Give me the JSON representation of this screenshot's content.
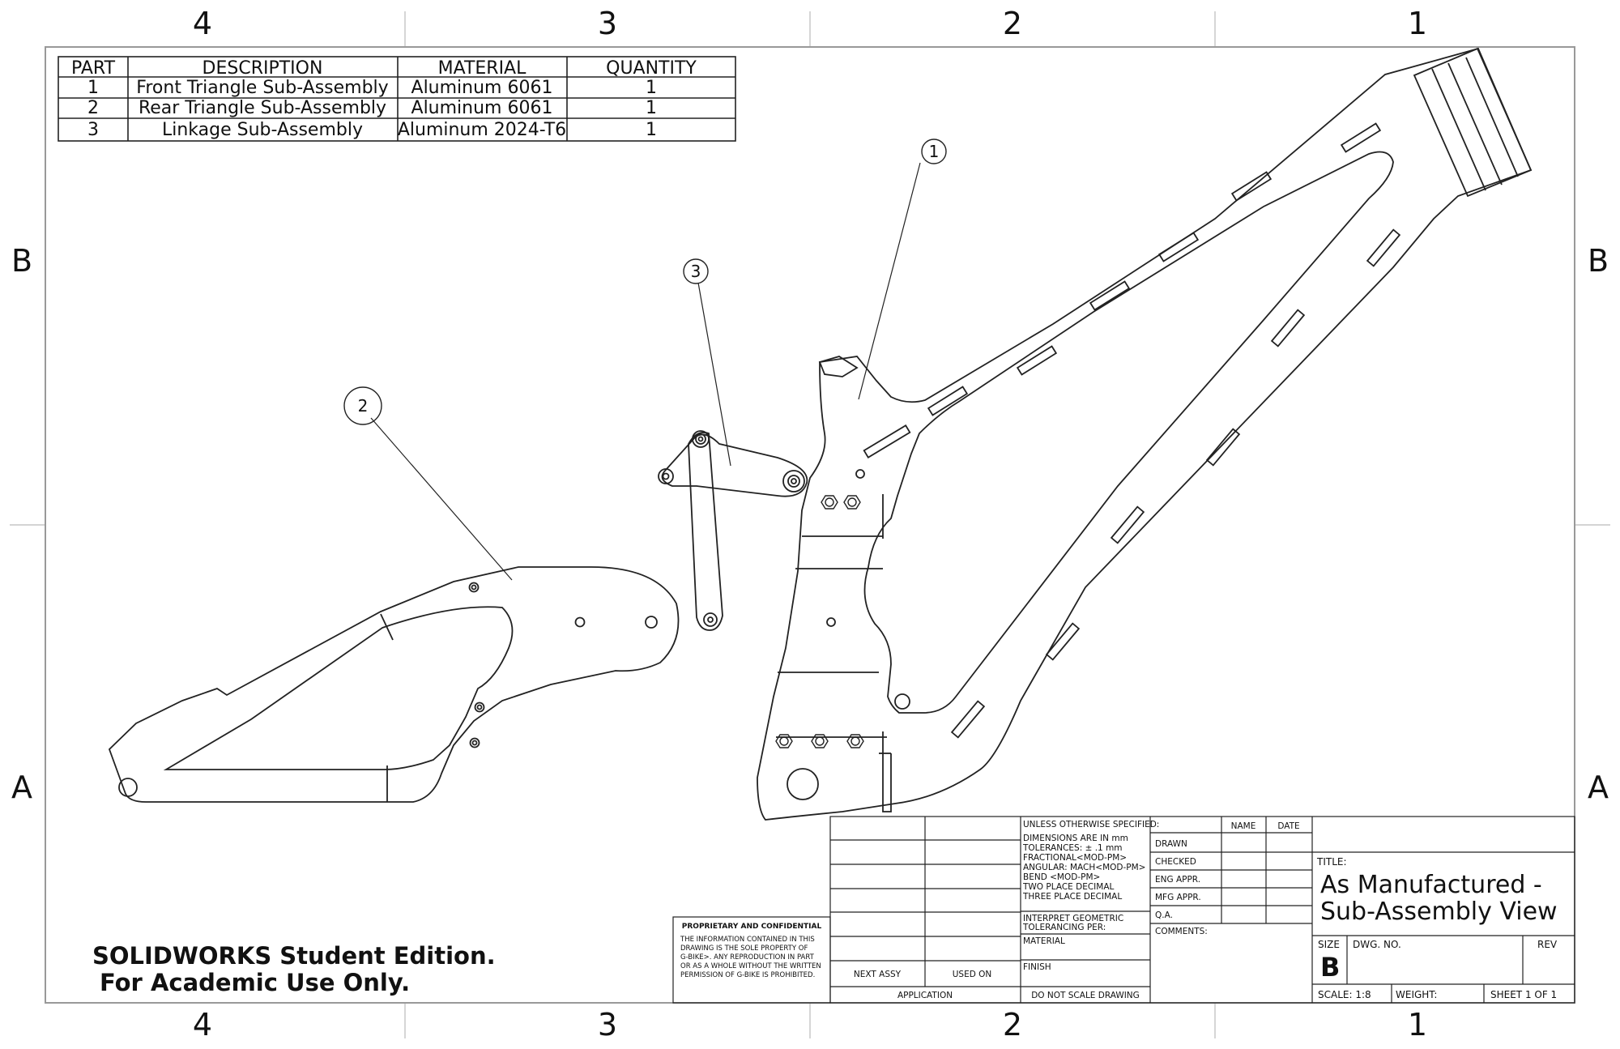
{
  "zones": {
    "columns": [
      "4",
      "3",
      "2",
      "1"
    ],
    "rows": [
      "B",
      "A"
    ]
  },
  "bom": {
    "headers": [
      "PART",
      "DESCRIPTION",
      "MATERIAL",
      "QUANTITY"
    ],
    "rows": [
      [
        "1",
        "Front Triangle Sub-Assembly",
        "Aluminum 6061",
        "1"
      ],
      [
        "2",
        "Rear Triangle Sub-Assembly",
        "Aluminum 6061",
        "1"
      ],
      [
        "3",
        "Linkage Sub-Assembly",
        "Aluminum 2024-T6",
        "1"
      ]
    ]
  },
  "balloons": {
    "front": "1",
    "rear": "2",
    "linkage": "3"
  },
  "watermark": {
    "line1": "SOLIDWORKS Student Edition.",
    "line2": "For Academic Use Only."
  },
  "proprietary": {
    "heading": "PROPRIETARY AND CONFIDENTIAL",
    "lines": [
      "THE INFORMATION CONTAINED IN THIS",
      "DRAWING IS THE SOLE PROPERTY OF",
      "G-BIKE>.  ANY REPRODUCTION IN PART",
      "OR AS A WHOLE WITHOUT THE WRITTEN",
      "PERMISSION OF G-BIKE IS PROHIBITED."
    ]
  },
  "title_block": {
    "next_assy": "NEXT ASSY",
    "used_on": "USED ON",
    "application": "APPLICATION",
    "spec": {
      "heading": "UNLESS OTHERWISE SPECIFIED:",
      "lines": [
        "DIMENSIONS ARE IN mm",
        "TOLERANCES: ± .1 mm",
        "FRACTIONAL<MOD-PM>",
        "ANGULAR: MACH<MOD-PM>",
        "BEND <MOD-PM>",
        "TWO PLACE DECIMAL",
        "THREE PLACE DECIMAL"
      ],
      "interpret1": "INTERPRET GEOMETRIC",
      "interpret2": "TOLERANCING PER:",
      "material": "MATERIAL",
      "finish": "FINISH",
      "do_not_scale": "DO NOT SCALE DRAWING"
    },
    "name_col": "NAME",
    "date_col": "DATE",
    "roles": [
      "DRAWN",
      "CHECKED",
      "ENG APPR.",
      "MFG APPR.",
      "Q.A."
    ],
    "comments": "COMMENTS:",
    "title_label": "TITLE:",
    "title_line1": "As Manufactured -",
    "title_line2": "Sub-Assembly View",
    "size_label": "SIZE",
    "size_value": "B",
    "dwg_no_label": "DWG.  NO.",
    "rev_label": "REV",
    "scale": "SCALE: 1:8",
    "weight": "WEIGHT:",
    "sheet": "SHEET 1 OF 1"
  }
}
